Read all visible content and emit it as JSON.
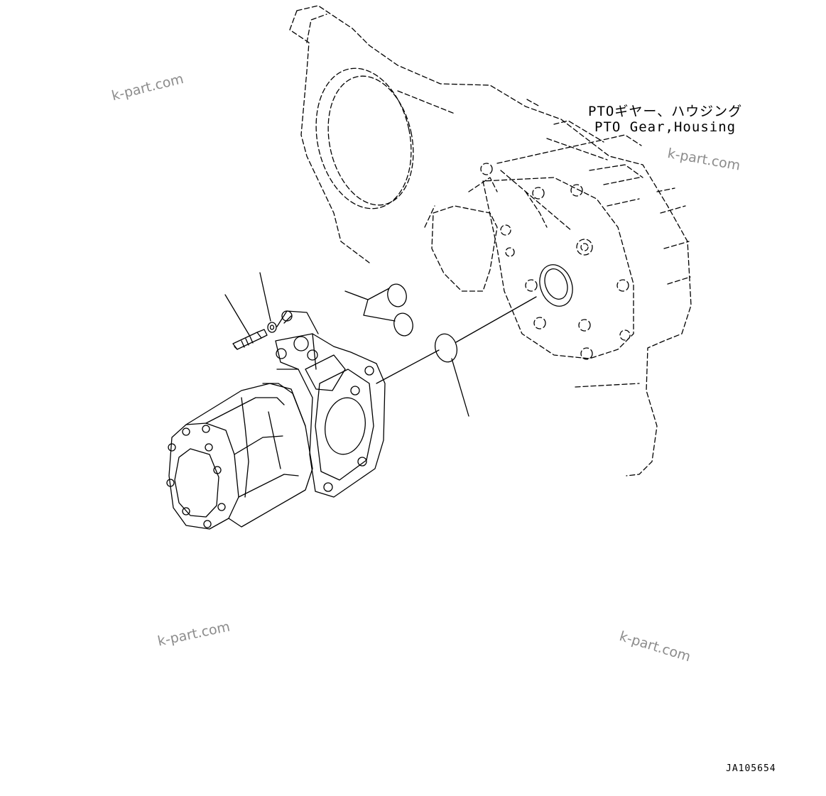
{
  "reference": {
    "line_jp": "PTOギヤー、ハウジング",
    "line_en": "PTO Gear,Housing"
  },
  "watermarks": [
    "k-part.com",
    "k-part.com",
    "k-part.com",
    "k-part.com"
  ],
  "drawing_id": "JA105654"
}
